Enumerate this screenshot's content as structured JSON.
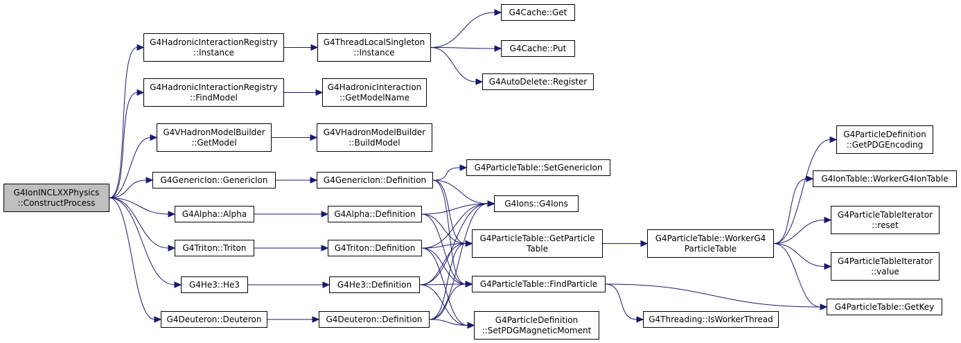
{
  "nodes": {
    "root": [
      "G4IonINCLXXPhysics",
      "::ConstructProcess"
    ],
    "hir_instance": [
      "G4HadronicInteractionRegistry",
      "::Instance"
    ],
    "hir_findmodel": [
      "G4HadronicInteractionRegistry",
      "::FindModel"
    ],
    "vhmb_getmodel": [
      "G4VHadronModelBuilder",
      "::GetModel"
    ],
    "genericion_genericion": [
      "G4GenericIon::GenericIon"
    ],
    "alpha_alpha": [
      "G4Alpha::Alpha"
    ],
    "triton_triton": [
      "G4Triton::Triton"
    ],
    "he3_he3": [
      "G4He3::He3"
    ],
    "deuteron_deuteron": [
      "G4Deuteron::Deuteron"
    ],
    "tls_instance": [
      "G4ThreadLocalSingleton",
      "::Instance"
    ],
    "hi_getmodelname": [
      "G4HadronicInteraction",
      "::GetModelName"
    ],
    "vhmb_buildmodel": [
      "G4VHadronModelBuilder",
      "::BuildModel"
    ],
    "genericion_definition": [
      "G4GenericIon::Definition"
    ],
    "alpha_definition": [
      "G4Alpha::Definition"
    ],
    "triton_definition": [
      "G4Triton::Definition"
    ],
    "he3_definition": [
      "G4He3::Definition"
    ],
    "deuteron_definition": [
      "G4Deuteron::Definition"
    ],
    "cache_get": [
      "G4Cache::Get"
    ],
    "cache_put": [
      "G4Cache::Put"
    ],
    "autodelete_register": [
      "G4AutoDelete::Register"
    ],
    "pt_setgenericion": [
      "G4ParticleTable::SetGenericIon"
    ],
    "ions_g4ions": [
      "G4Ions::G4Ions"
    ],
    "pt_getparticletable": [
      "G4ParticleTable::GetParticle",
      "Table"
    ],
    "pt_findparticle": [
      "G4ParticleTable::FindParticle"
    ],
    "pd_setpdgmagneticmoment": [
      "G4ParticleDefinition",
      "::SetPDGMagneticMoment"
    ],
    "pt_workerg4particletable": [
      "G4ParticleTable::WorkerG4",
      "ParticleTable"
    ],
    "threading_isworkerthread": [
      "G4Threading::IsWorkerThread"
    ],
    "pd_getpdgencoding": [
      "G4ParticleDefinition",
      "::GetPDGEncoding"
    ],
    "iontable_workerg4iontable": [
      "G4IonTable::WorkerG4IonTable"
    ],
    "pti_reset": [
      "G4ParticleTableIterator",
      "::reset"
    ],
    "pti_value": [
      "G4ParticleTableIterator",
      "::value"
    ],
    "pt_getkey": [
      "G4ParticleTable::GetKey"
    ]
  },
  "edges": [
    [
      "root",
      "hir_instance"
    ],
    [
      "root",
      "hir_findmodel"
    ],
    [
      "root",
      "vhmb_getmodel"
    ],
    [
      "root",
      "genericion_genericion"
    ],
    [
      "root",
      "alpha_alpha"
    ],
    [
      "root",
      "triton_triton"
    ],
    [
      "root",
      "he3_he3"
    ],
    [
      "root",
      "deuteron_deuteron"
    ],
    [
      "hir_instance",
      "tls_instance"
    ],
    [
      "tls_instance",
      "cache_get"
    ],
    [
      "tls_instance",
      "cache_put"
    ],
    [
      "tls_instance",
      "autodelete_register"
    ],
    [
      "hir_findmodel",
      "hi_getmodelname"
    ],
    [
      "vhmb_getmodel",
      "vhmb_buildmodel"
    ],
    [
      "genericion_genericion",
      "genericion_definition"
    ],
    [
      "alpha_alpha",
      "alpha_definition"
    ],
    [
      "triton_triton",
      "triton_definition"
    ],
    [
      "he3_he3",
      "he3_definition"
    ],
    [
      "deuteron_deuteron",
      "deuteron_definition"
    ],
    [
      "genericion_definition",
      "pt_setgenericion"
    ],
    [
      "genericion_definition",
      "ions_g4ions"
    ],
    [
      "genericion_definition",
      "pt_getparticletable"
    ],
    [
      "genericion_definition",
      "pt_findparticle"
    ],
    [
      "alpha_definition",
      "ions_g4ions"
    ],
    [
      "alpha_definition",
      "pt_getparticletable"
    ],
    [
      "alpha_definition",
      "pt_findparticle"
    ],
    [
      "triton_definition",
      "ions_g4ions"
    ],
    [
      "triton_definition",
      "pt_getparticletable"
    ],
    [
      "triton_definition",
      "pt_findparticle"
    ],
    [
      "triton_definition",
      "pd_setpdgmagneticmoment"
    ],
    [
      "he3_definition",
      "ions_g4ions"
    ],
    [
      "he3_definition",
      "pt_getparticletable"
    ],
    [
      "he3_definition",
      "pt_findparticle"
    ],
    [
      "he3_definition",
      "pd_setpdgmagneticmoment"
    ],
    [
      "deuteron_definition",
      "ions_g4ions"
    ],
    [
      "deuteron_definition",
      "pt_getparticletable"
    ],
    [
      "deuteron_definition",
      "pt_findparticle"
    ],
    [
      "deuteron_definition",
      "pd_setpdgmagneticmoment"
    ],
    [
      "pt_getparticletable",
      "pt_workerg4particletable"
    ],
    [
      "pt_workerg4particletable",
      "pd_getpdgencoding"
    ],
    [
      "pt_workerg4particletable",
      "iontable_workerg4iontable"
    ],
    [
      "pt_workerg4particletable",
      "pti_reset"
    ],
    [
      "pt_workerg4particletable",
      "pti_value"
    ],
    [
      "pt_workerg4particletable",
      "pt_getkey"
    ],
    [
      "pt_findparticle",
      "threading_isworkerthread"
    ],
    [
      "pt_findparticle",
      "pt_getkey"
    ]
  ],
  "colors": {
    "edge": "#191970",
    "root_fill": "#bfbfbf",
    "node_fill": "#ffffff",
    "border": "#000000"
  }
}
